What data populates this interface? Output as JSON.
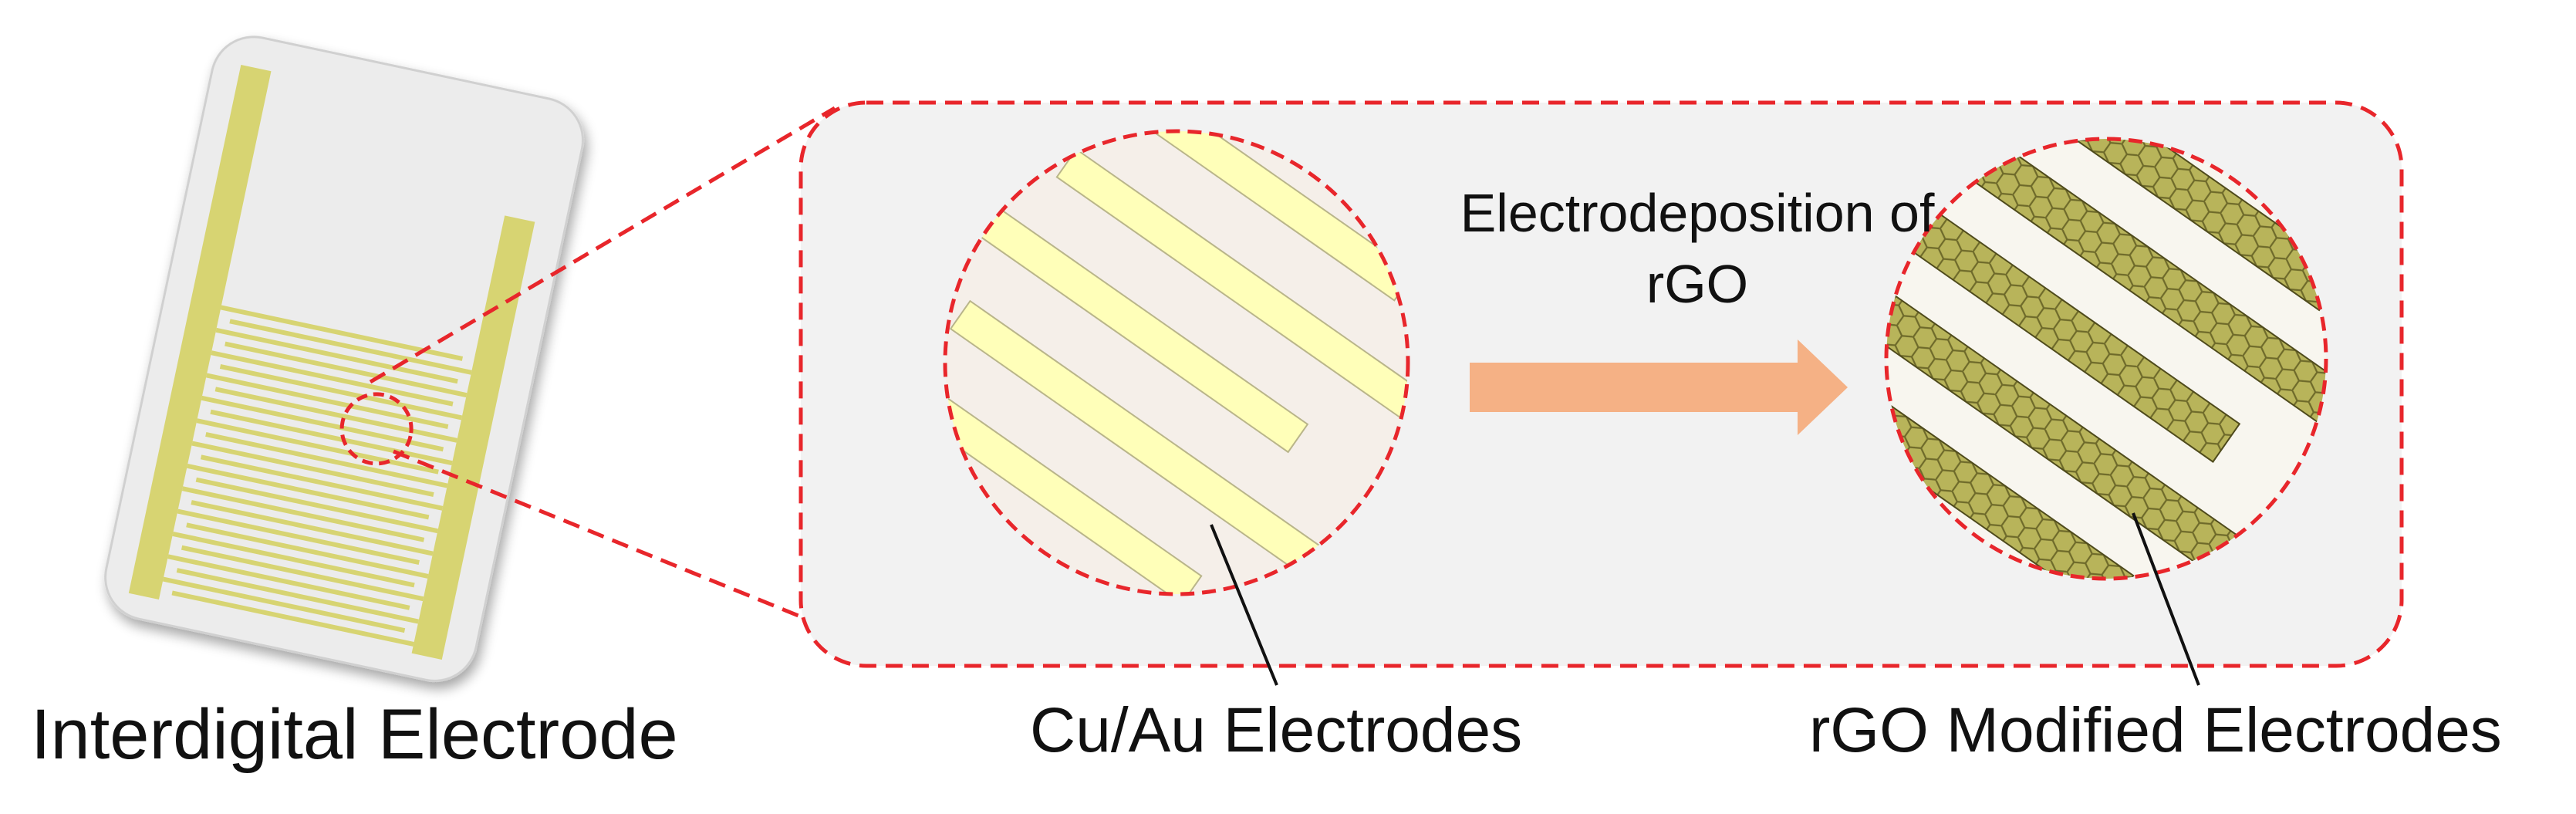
{
  "labels": {
    "interdigital": "Interdigital Electrode",
    "cu_au": "Cu/Au Electrodes",
    "rgo_modified": "rGO Modified Electrodes",
    "process_line1": "Electrodeposition of",
    "process_line2": "rGO"
  },
  "colors": {
    "electrode_gold": "#d7d472",
    "electrode_pale": "#ffffb9",
    "rgo_fill": "#b8b45a",
    "rgo_mesh": "#6e6a2a",
    "zoom_dash": "#e8262b",
    "panel_bg": "#f2f2f2",
    "arrow": "#f5b185"
  }
}
